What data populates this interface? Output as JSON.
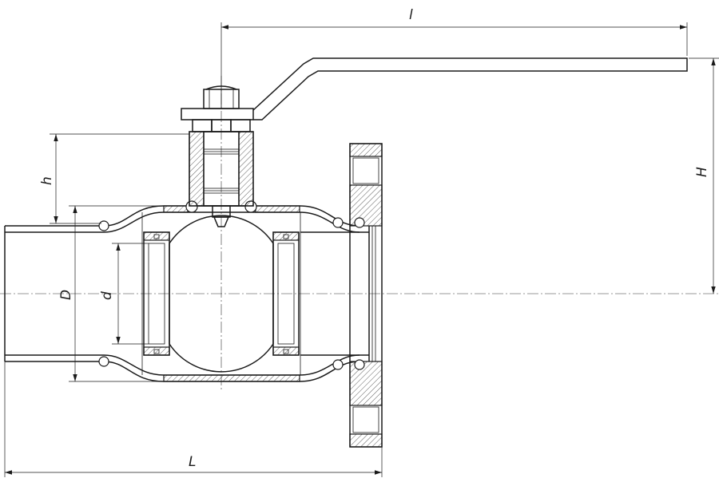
{
  "dimensions": {
    "lever_length": "l",
    "body_length": "L",
    "height_H": "H",
    "height_h": "h",
    "outer_diameter": "D",
    "bore_diameter": "d"
  }
}
